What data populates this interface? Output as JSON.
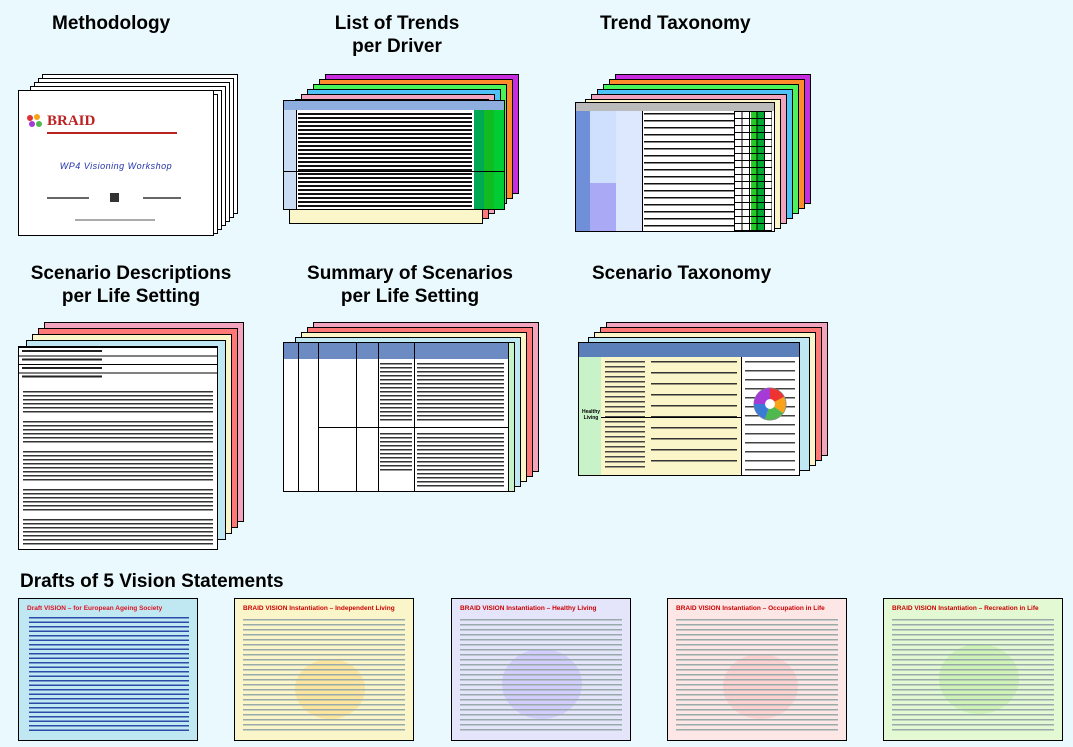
{
  "sections": {
    "methodology": "Methodology",
    "trends_line1": "List of Trends",
    "trends_line2": "per Driver",
    "trend_taxonomy": "Trend Taxonomy",
    "scenario_desc_line1": "Scenario Descriptions",
    "scenario_desc_line2": "per Life Setting",
    "summary_line1": "Summary of Scenarios",
    "summary_line2": "per Life Setting",
    "scenario_taxonomy": "Scenario Taxonomy",
    "drafts": "Drafts of 5 Vision Statements"
  },
  "methodology_slide": {
    "logo_text": "BRAID",
    "subtitle": "WP4 Visioning Workshop"
  },
  "scenario_taxonomy_slide": {
    "row_label_1": "Healthy",
    "row_label_2": "Living"
  },
  "drafts": [
    {
      "title": "Draft VISION – for European Ageing Society",
      "bg": "#bfe8f2"
    },
    {
      "title": "BRAID VISION Instantiation – Independent Living",
      "bg": "#fbf6c9"
    },
    {
      "title": "BRAID VISION Instantiation – Healthy Living",
      "bg": "#e4e4fb"
    },
    {
      "title": "BRAID VISION Instantiation – Occupation in Life",
      "bg": "#fde6e6"
    },
    {
      "title": "BRAID VISION Instantiation – Recreation in Life",
      "bg": "#e2f9d4"
    }
  ],
  "colors": {
    "background": "#eaf9fd",
    "pink": "#f2a3bd",
    "blue_light": "#bfe8f2",
    "yellow": "#fbf6c9",
    "purple": "#c62ee0",
    "green": "#49f35a",
    "orange": "#ff8c2a"
  }
}
